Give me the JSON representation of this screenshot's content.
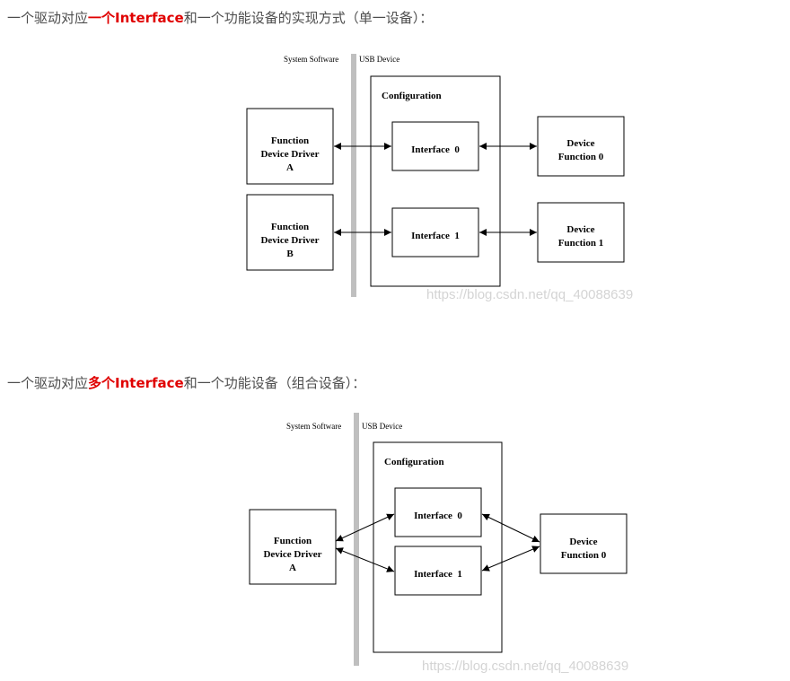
{
  "heading1": {
    "prefix": "一个驱动对应",
    "highlight": "一个Interface",
    "suffix": "和一个功能设备的实现方式（单一设备）："
  },
  "heading2": {
    "prefix": "一个驱动对应",
    "highlight": "多个Interface",
    "suffix": "和一个功能设备（组合设备）："
  },
  "diagram1": {
    "label_system_software": "System Software",
    "label_usb_device": "USB Device",
    "configuration": "Configuration",
    "driver_a": [
      "Function",
      "Device Driver",
      "A"
    ],
    "driver_b": [
      "Function",
      "Device Driver",
      "B"
    ],
    "interface0": "Interface  0",
    "interface1": "Interface  1",
    "device_function0": [
      "Device",
      "Function 0"
    ],
    "device_function1": [
      "Device",
      "Function 1"
    ],
    "watermark": "https://blog.csdn.net/qq_40088639"
  },
  "diagram2": {
    "label_system_software": "System Software",
    "label_usb_device": "USB Device",
    "configuration": "Configuration",
    "driver_a": [
      "Function",
      "Device Driver",
      "A"
    ],
    "interface0": "Interface  0",
    "interface1": "Interface  1",
    "device_function0": [
      "Device",
      "Function 0"
    ],
    "watermark": "https://blog.csdn.net/qq_40088639"
  },
  "colors": {
    "highlight": "#e00000",
    "text": "#4d4d4d",
    "separator_bar": "#bfbfbf",
    "watermark": "#d4d4d4"
  }
}
